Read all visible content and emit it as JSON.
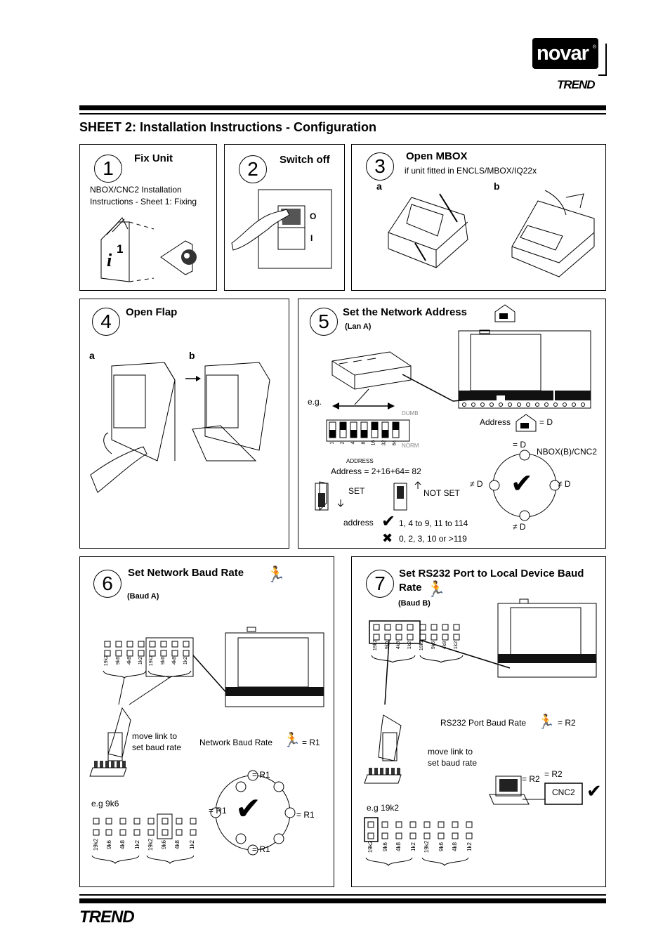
{
  "header": {
    "brand_logo": "novar",
    "brand_registered": "®",
    "sub_logo": "TREND",
    "sheet_title": "SHEET 2: Installation Instructions - Configuration"
  },
  "step1": {
    "number": "1",
    "title": "Fix Unit",
    "text_line1": "NBOX/CNC2 Installation",
    "text_line2": "Instructions - Sheet 1: Fixing",
    "book_mark": "1",
    "book_icon": "info-icon"
  },
  "step2": {
    "number": "2",
    "title": "Switch off",
    "label_o": "O",
    "label_i": "I"
  },
  "step3": {
    "number": "3",
    "title": "Open MBOX",
    "subtitle": "if unit fitted in ENCLS/MBOX/IQ22x",
    "label_a": "a",
    "label_b": "b"
  },
  "step4": {
    "number": "4",
    "title": "Open Flap",
    "label_a": "a",
    "label_b": "b"
  },
  "step5": {
    "number": "5",
    "title": "Set the Network Address",
    "subtitle": "(Lan A)",
    "eg": "e.g.",
    "dumb": "DUMB",
    "norm": "NORM",
    "address_caption": "ADDRESS",
    "dip_values": [
      "1",
      "2",
      "4",
      "8",
      "16",
      "32",
      "64"
    ],
    "address_calc": "Address = 2+16+64= 82",
    "set": "SET",
    "not_set": "NOT SET",
    "address_label": "address",
    "valid": "1, 4 to 9, 11 to 114",
    "invalid": "0, 2, 3, 10 or >119",
    "address_eq_prefix": "Address",
    "address_eq_suffix": "= D",
    "node_top": "= D",
    "node_name": "NBOX(B)/CNC2",
    "node_left": "≠ D",
    "node_right": "≠ D",
    "node_bottom": "≠ D"
  },
  "step6": {
    "number": "6",
    "title": "Set Network Baud Rate",
    "subtitle": "(Baud A)",
    "baud_labels": [
      "19k2",
      "9k6",
      "4k8",
      "1k2"
    ],
    "move_link_1": "move link to",
    "move_link_2": "set baud rate",
    "network_baud": "Network Baud Rate",
    "network_baud_eq": "= R1",
    "eg": "e.g  9k6",
    "ring_top": "= R1",
    "ring_left": "= R1",
    "ring_right": "= R1",
    "ring_bottom": "= R1"
  },
  "step7": {
    "number": "7",
    "title_line1": "Set RS232 Port to Local Device Baud",
    "title_line2": "Rate",
    "subtitle": "(Baud B)",
    "baud_labels": [
      "19k2",
      "9k6",
      "4k8",
      "1k2"
    ],
    "rs232_baud": "RS232 Port Baud Rate",
    "rs232_eq": "= R2",
    "move_link_1": "move link to",
    "move_link_2": "set baud rate",
    "pc_eq": "= R2",
    "cnc_eq": "= R2",
    "cnc2": "CNC2",
    "eg": "e.g  19k2"
  },
  "footer": {
    "logo": "TREND"
  }
}
